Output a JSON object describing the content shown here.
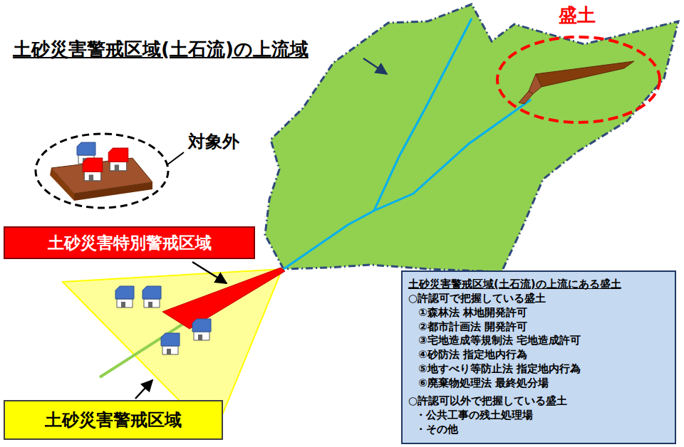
{
  "diagram": {
    "nodes": [
      {
        "text": [
          "土砂災害特別警戒区域"
        ]
      },
      {
        "text": [
          "土砂災害警戒区域"
        ]
      },
      {
        "text": [
          "土砂災害警戒区域(土石流)の上流にある盛土",
          "○許認可で把握している盛土",
          "①森林法 林地開発許可",
          "②都市計画法 開発許可",
          "③宅地造成等規制法 宅地造成許可",
          "④砂防法 指定地内行為",
          "⑤地すべり等防止法 指定地内行為",
          "⑥廃棄物処理法 最終処分場",
          "○許認可以外で把握している盛土",
          "・公共工事の残土処理場",
          "・その他"
        ]
      }
    ],
    "labels": [
      "土砂災害警戒区域(土石流)の上流域",
      "盛土",
      "対象外"
    ]
  }
}
